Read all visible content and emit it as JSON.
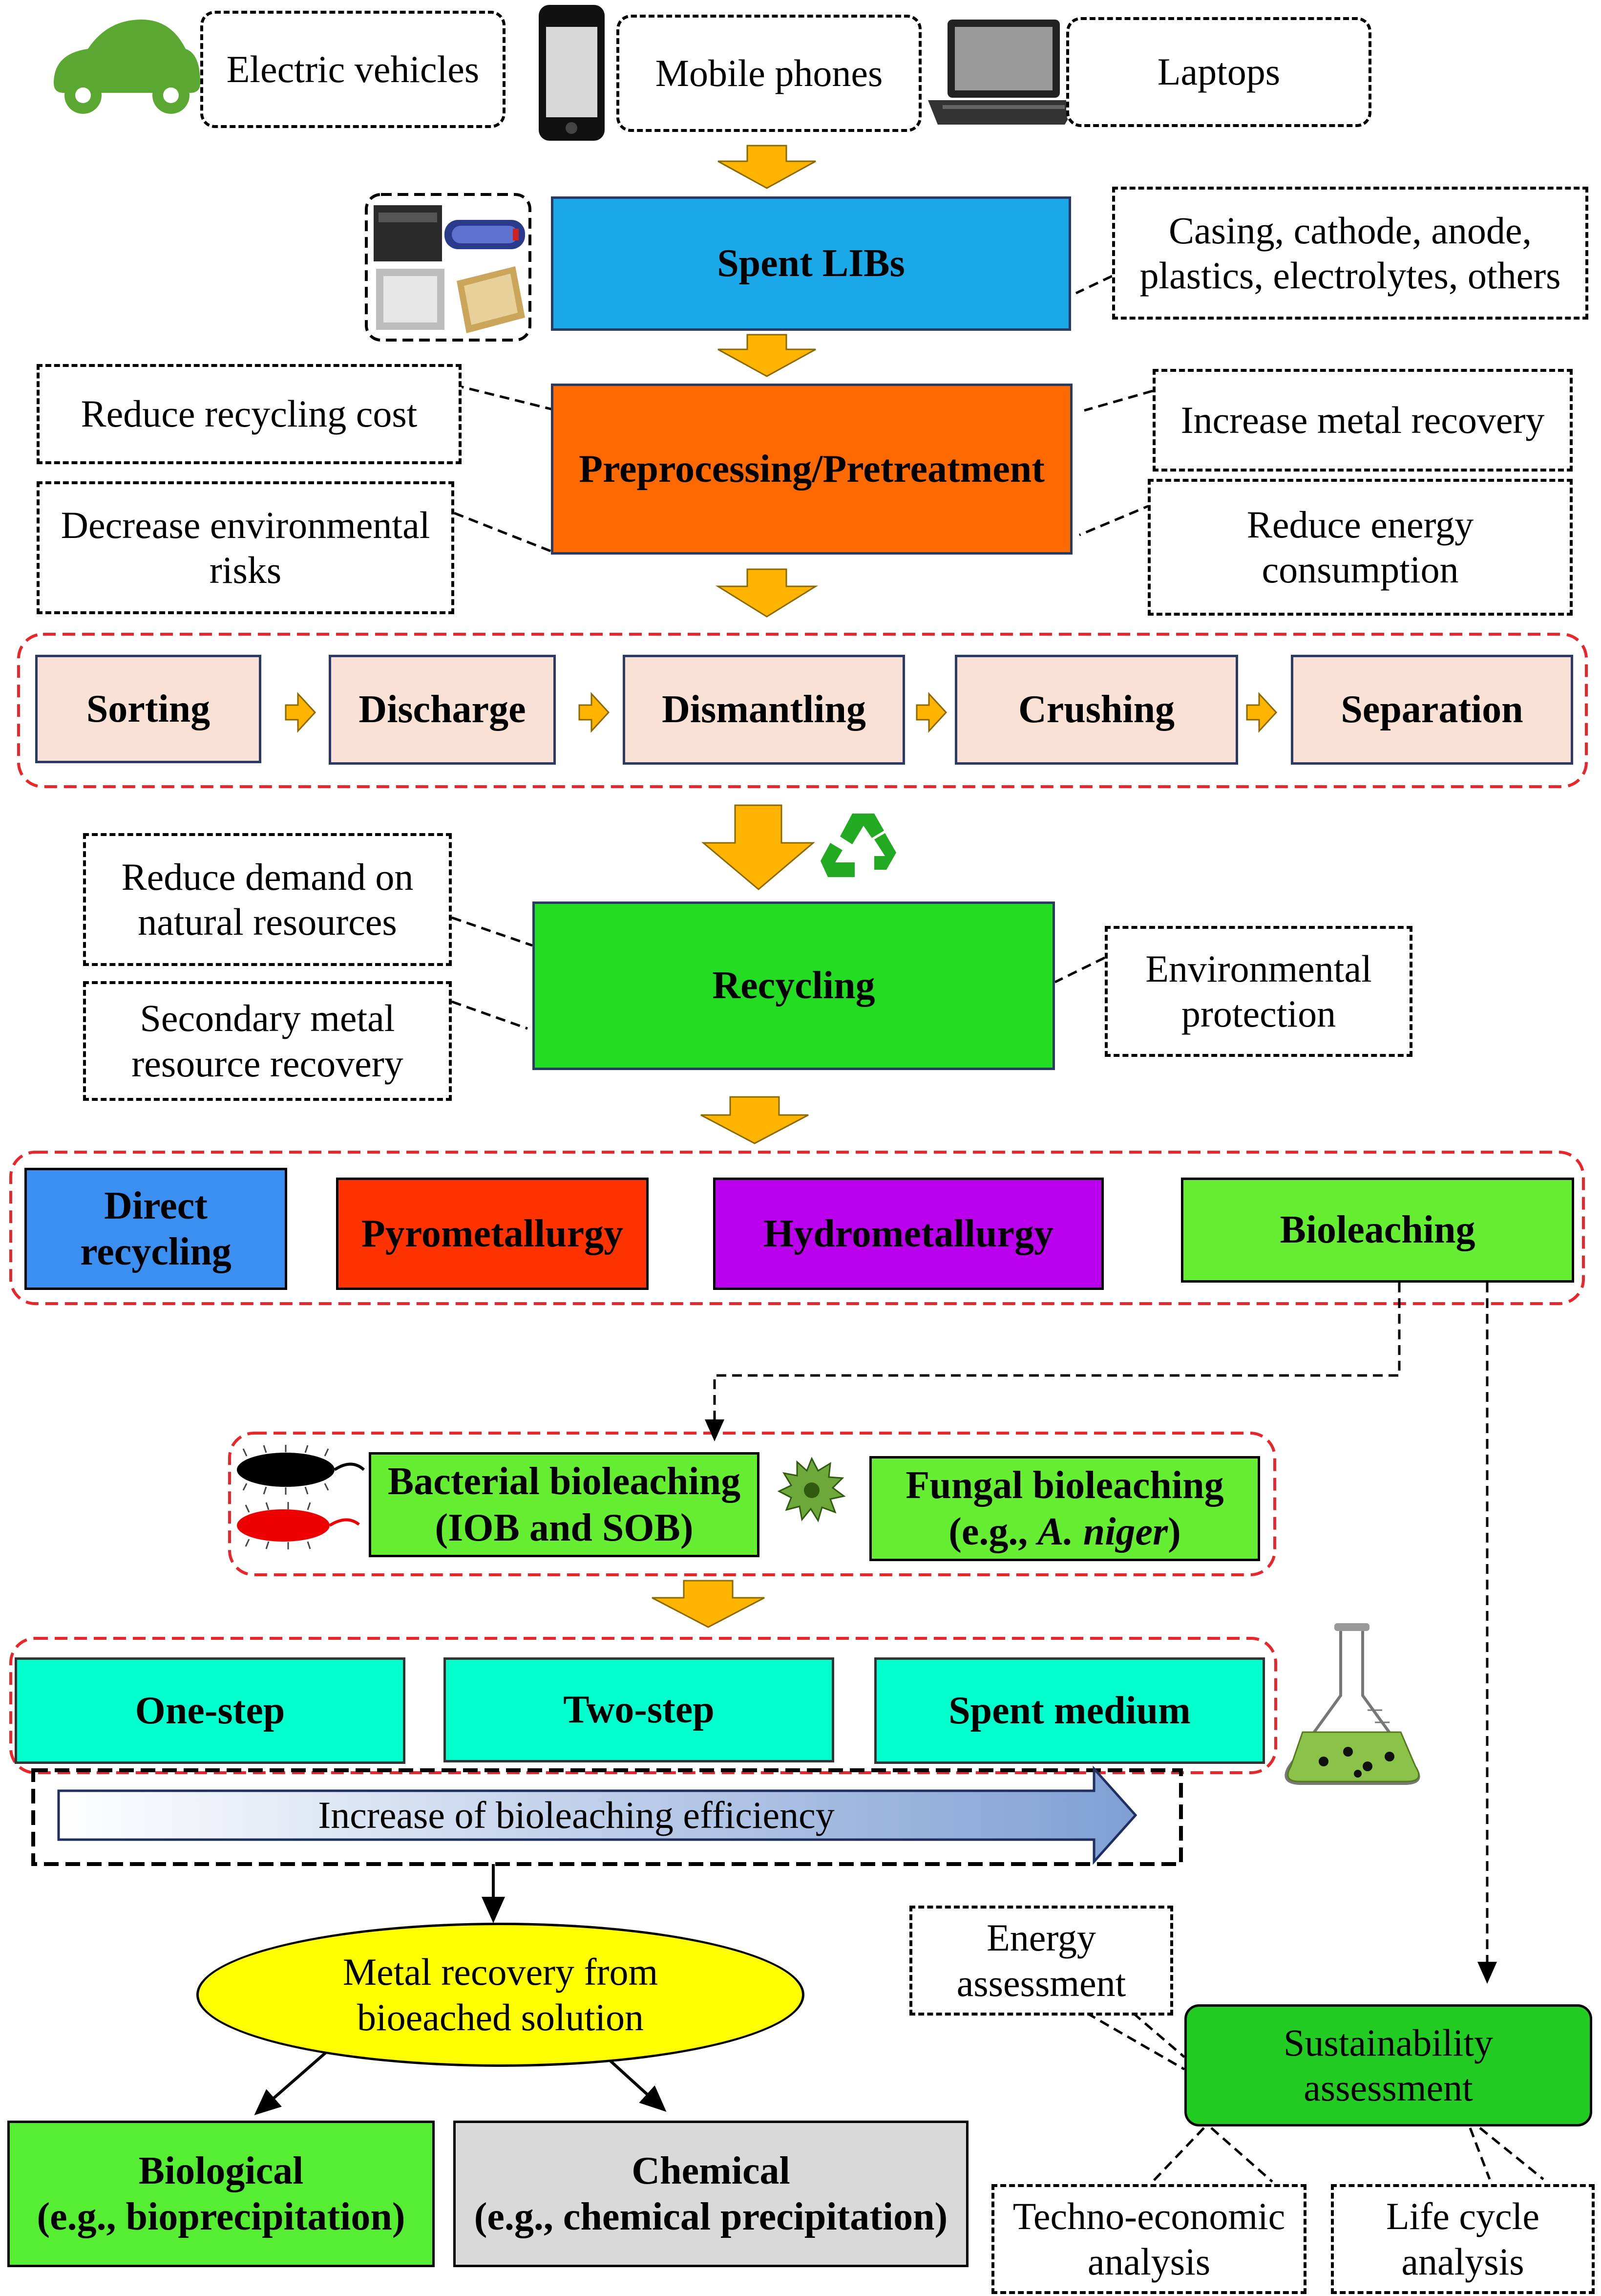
{
  "devices": {
    "ev": "Electric vehicles",
    "phones": "Mobile phones",
    "laptops": "Laptops"
  },
  "spent": {
    "title": "Spent LIBs",
    "components": "Casing, cathode, anode,\nplastics, electrolytes, others"
  },
  "pre": {
    "title": "Preprocessing/Pretreatment",
    "left_top": "Reduce recycling cost",
    "left_bottom": "Decrease environmental\nrisks",
    "right_top": "Increase metal recovery",
    "right_bottom": "Reduce energy\nconsumption"
  },
  "steps": [
    "Sorting",
    "Discharge",
    "Dismantling",
    "Crushing",
    "Separation"
  ],
  "recycling": {
    "title": "Recycling",
    "left_top": "Reduce demand on\nnatural resources",
    "left_bottom": "Secondary metal\nresource recovery",
    "right": "Environmental\nprotection"
  },
  "methods": {
    "direct": "Direct\nrecycling",
    "pyro": "Pyrometallurgy",
    "hydro": "Hydrometallurgy",
    "bio": "Bioleaching"
  },
  "bioleaching": {
    "bacterial": "Bacterial bioleaching\n(IOB and SOB)",
    "fungal_line1": "Fungal bioleaching",
    "fungal_prefix": "(e.g., ",
    "fungal_species": "A. niger",
    "fungal_suffix": ")"
  },
  "modes": [
    "One-step",
    "Two-step",
    "Spent medium"
  ],
  "efficiency": "Increase of bioleaching efficiency",
  "metal_recovery": "Metal recovery from\nbioeached solution",
  "recovery_types": {
    "biological": "Biological\n(e.g., bioprecipitation)",
    "chemical": "Chemical\n(e.g., chemical precipitation)"
  },
  "sustainability": {
    "title": "Sustainability\nassessment",
    "energy": "Energy\nassessment",
    "techno": "Techno-economic\nanalysis",
    "lca": "Life cycle\nanalysis"
  },
  "colors": {
    "ev_icon": "#5aa832",
    "spent": "#1aa8e8",
    "pre": "#ff6a00",
    "step": "#f9e1d5",
    "recycling": "#22dd22",
    "direct": "#3a8ff0",
    "pyro": "#ff3300",
    "hydro": "#bb00ee",
    "bio": "#66ee33",
    "bacterial": "#66ee33",
    "fungal": "#66ee33",
    "mode": "#00ffcc",
    "ellipse": "#ffff00",
    "biological": "#55ee33",
    "chemical": "#d9d9d9",
    "sustain": "#22cc22",
    "arrow": "#ffb400",
    "red_dash": "#e8262b"
  }
}
